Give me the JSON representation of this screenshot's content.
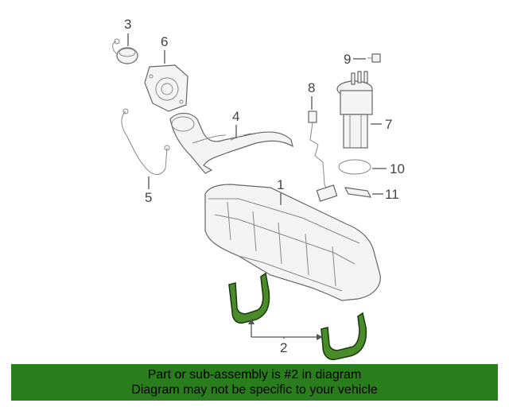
{
  "callouts": {
    "c1": "1",
    "c2": "2",
    "c3": "3",
    "c4": "4",
    "c5": "5",
    "c6": "6",
    "c7": "7",
    "c8": "8",
    "c9": "9",
    "c10": "10",
    "c11": "11"
  },
  "banner": {
    "line1": "Part or sub-assembly is #2 in diagram",
    "line2": "Diagram may not be specific to your vehicle"
  },
  "colors": {
    "highlight": "#4a8c2a",
    "banner": "#2a7d1c"
  }
}
